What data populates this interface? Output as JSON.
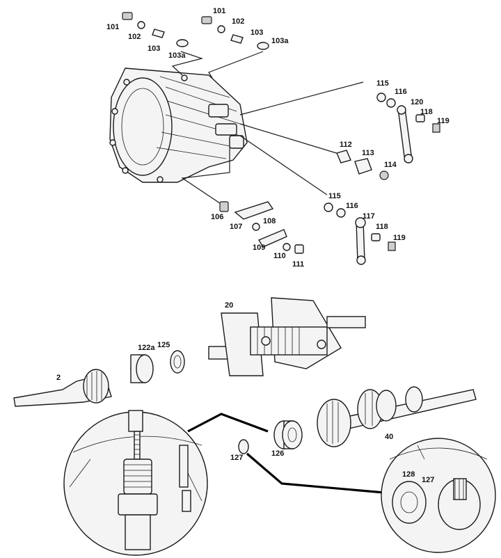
{
  "callouts": {
    "c101a": "101",
    "c102a": "102",
    "c103a": "103",
    "c103a_a": "103a",
    "c101b": "101",
    "c102b": "102",
    "c103b": "103",
    "c103a_b": "103a",
    "c115a": "115",
    "c116a": "116",
    "c120": "120",
    "c118a": "118",
    "c119a": "119",
    "c112": "112",
    "c113": "113",
    "c114": "114",
    "c115b": "115",
    "c116b": "116",
    "c117": "117",
    "c118b": "118",
    "c119b": "119",
    "c106": "106",
    "c107": "107",
    "c108": "108",
    "c109": "109",
    "c110": "110",
    "c111": "111",
    "c20": "20",
    "c122a": "122a",
    "c125": "125",
    "c2": "2",
    "c126": "126",
    "c127a": "127",
    "c40": "40",
    "c128": "128",
    "c127b": "127"
  }
}
